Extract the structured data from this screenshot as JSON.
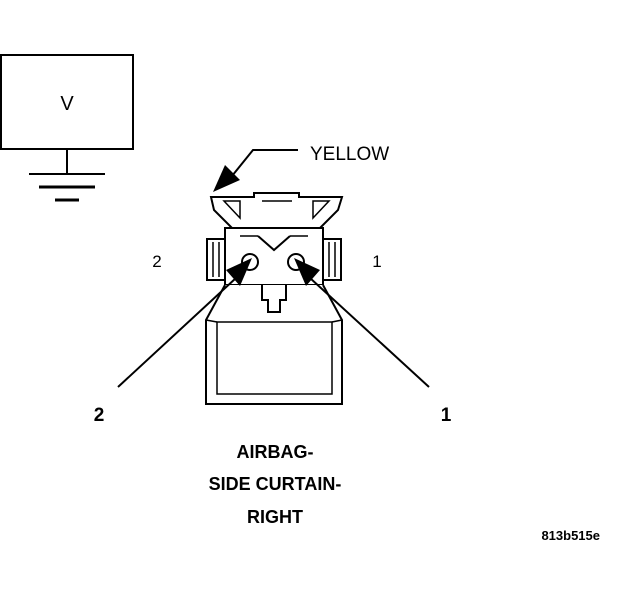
{
  "meter": {
    "symbol": "V"
  },
  "connector": {
    "color_label": "YELLOW",
    "cavity_left": "2",
    "cavity_right": "1"
  },
  "wires": {
    "left_label": "2",
    "right_label": "1"
  },
  "title": {
    "line1": "AIRBAG-",
    "line2": "SIDE CURTAIN-",
    "line3": "RIGHT"
  },
  "figure_id": "813b515e"
}
